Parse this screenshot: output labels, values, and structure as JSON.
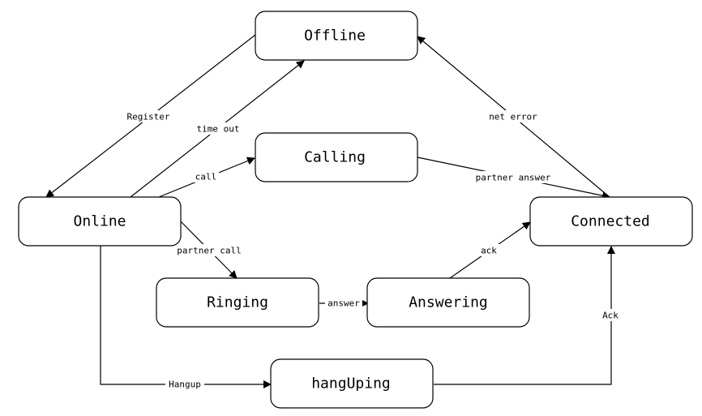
{
  "diagram": {
    "states": {
      "offline": "Offline",
      "calling": "Calling",
      "online": "Online",
      "connected": "Connected",
      "ringing": "Ringing",
      "answering": "Answering",
      "hangup_state": "hangUping"
    },
    "transitions": {
      "register": "Register",
      "time_out": "time out",
      "call": "call",
      "net_error": "net error",
      "partner_answer": "partner answer",
      "partner_call": "partner call",
      "answer": "answer",
      "ack_lower": "ack",
      "ack_upper": "Ack",
      "hangup": "Hangup"
    }
  }
}
